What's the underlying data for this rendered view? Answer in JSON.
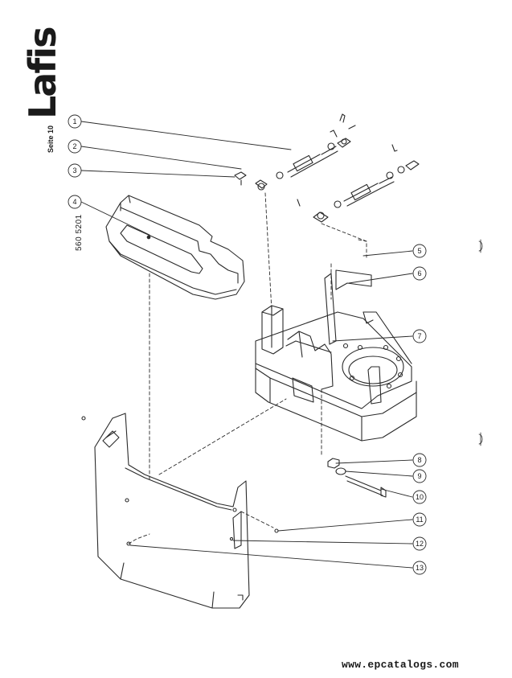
{
  "brand": {
    "logo_text": "Lafis",
    "page_label": "Seite 10",
    "doc_number": "560 5201"
  },
  "footer": {
    "url": "www.epcatalogs.com"
  },
  "callouts": [
    "1",
    "2",
    "3",
    "4",
    "5",
    "6",
    "7",
    "8",
    "9",
    "10",
    "11",
    "12",
    "13"
  ],
  "colors": {
    "line": "#2a2a2a",
    "background": "#ffffff"
  }
}
